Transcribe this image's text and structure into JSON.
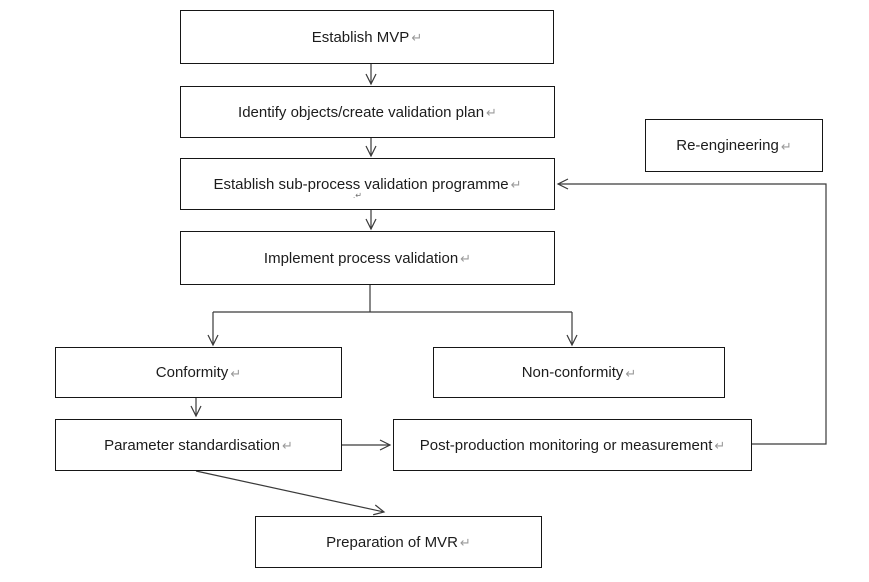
{
  "diagram": {
    "title": "MVP process validation flowchart",
    "colors": {
      "background": "#ffffff",
      "box_border": "#161616",
      "line": "#3a3a3a",
      "text": "#1c1c1c",
      "paragraph_mark": "#9a9a9a"
    },
    "nodes": {
      "establish_mvp": {
        "label": "Establish MVP",
        "mark": "↵"
      },
      "identify_objects": {
        "label": "Identify objects/create validation plan",
        "mark": "↵"
      },
      "establish_subprocess": {
        "label": "Establish sub-process validation programme",
        "mark": "↵",
        "second_line": ".↵"
      },
      "implement_validation": {
        "label": "Implement process validation",
        "mark": "↵"
      },
      "re_engineering": {
        "label": "Re-engineering",
        "mark": "↵"
      },
      "conformity": {
        "label": "Conformity",
        "mark": "↵"
      },
      "non_conformity": {
        "label": "Non-conformity",
        "mark": "↵"
      },
      "parameter_standardisation": {
        "label": "Parameter standardisation",
        "mark": "↵"
      },
      "post_production": {
        "label": "Post-production monitoring or measurement",
        "mark": "↵"
      },
      "preparation_mvr": {
        "label": "Preparation of MVR",
        "mark": "↵"
      }
    },
    "edges": [
      {
        "from": "Establish MVP",
        "to": "Identify objects/create validation plan"
      },
      {
        "from": "Identify objects/create validation plan",
        "to": "Establish sub-process validation programme"
      },
      {
        "from": "Establish sub-process validation programme",
        "to": "Implement process validation"
      },
      {
        "from": "Implement process validation",
        "to": "Conformity"
      },
      {
        "from": "Implement process validation",
        "to": "Non-conformity"
      },
      {
        "from": "Conformity",
        "to": "Parameter standardisation"
      },
      {
        "from": "Parameter standardisation",
        "to": "Post-production monitoring or measurement"
      },
      {
        "from": "Post-production monitoring or measurement",
        "to": "Establish sub-process validation programme",
        "label_near_path": "Re-engineering"
      },
      {
        "from": "Parameter standardisation",
        "to": "Preparation of MVR"
      }
    ]
  }
}
